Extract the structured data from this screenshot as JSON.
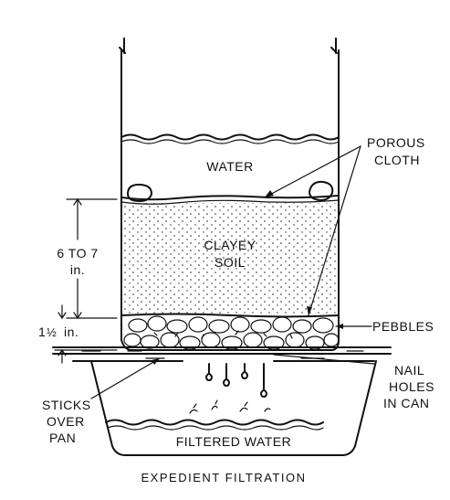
{
  "diagram": {
    "labels": {
      "water": "WATER",
      "clayey_soil_line1": "CLAYEY",
      "clayey_soil_line2": "SOIL",
      "porous_cloth_line1": "POROUS",
      "porous_cloth_line2": "CLOTH",
      "soil_depth_line1": "6 TO 7",
      "soil_depth_line2": "in.",
      "pebble_depth_whole": "1",
      "pebble_depth_fraction": "½",
      "pebble_depth_unit": "in.",
      "pebbles": "PEBBLES",
      "nail_holes_line1": "NAIL",
      "nail_holes_line2": "HOLES",
      "nail_holes_line3": "IN CAN",
      "sticks_line1": "STICKS",
      "sticks_line2": "OVER",
      "sticks_line3": "PAN",
      "filtered_water": "FILTERED WATER"
    },
    "caption": "EXPEDIENT FILTRATION"
  }
}
